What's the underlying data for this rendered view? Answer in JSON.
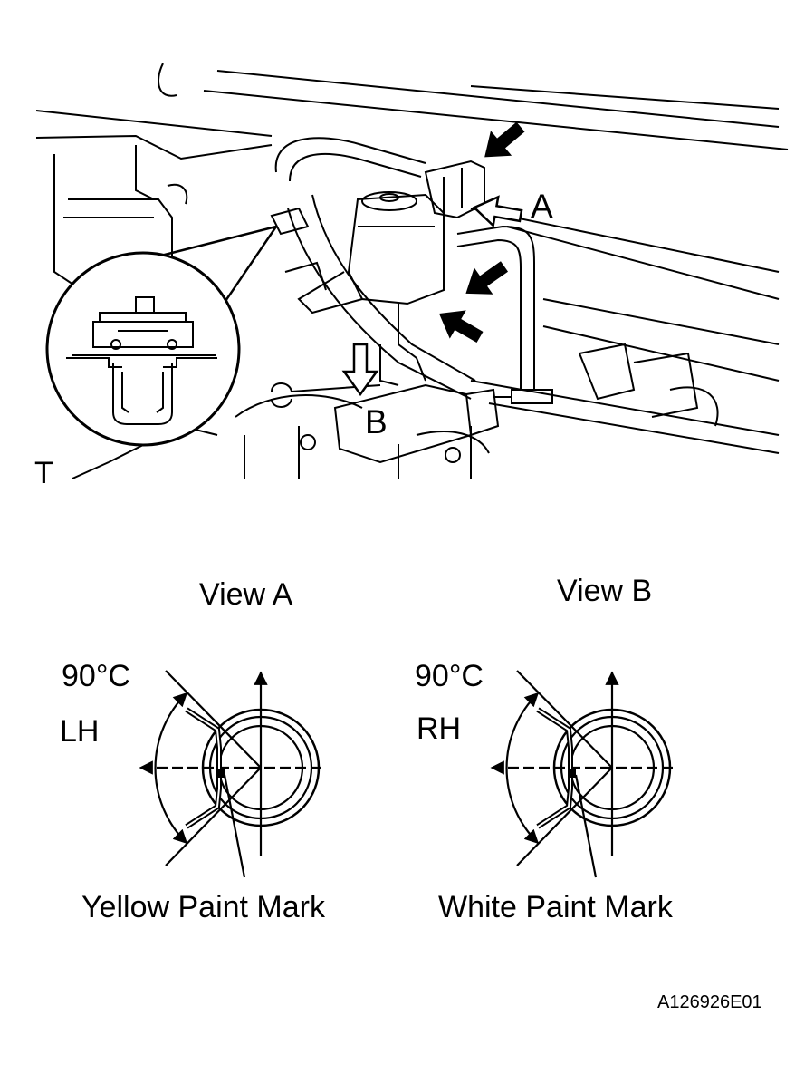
{
  "figure_id": "A126926E01",
  "callouts": {
    "view_a_marker": "A",
    "view_b_marker": "B",
    "corner_mark": "T"
  },
  "view_a": {
    "title": "View A",
    "angle": "90°C",
    "side": "LH",
    "paint_mark": "Yellow Paint Mark"
  },
  "view_b": {
    "title": "View B",
    "angle": "90°C",
    "side": "RH",
    "paint_mark": "White Paint Mark"
  },
  "colors": {
    "ink": "#000000",
    "paper": "#ffffff"
  },
  "icons": [
    "pointer-arrow-icon",
    "hollow-view-arrow-icon",
    "clip-detail-magnifier"
  ]
}
